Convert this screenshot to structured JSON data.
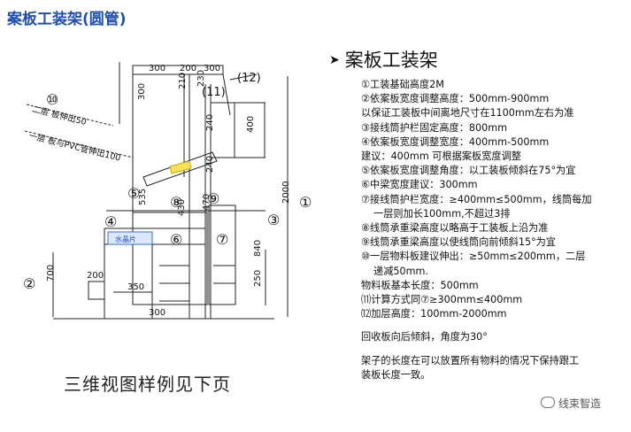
{
  "page": {
    "title": "案板工装架(圆管)"
  },
  "drawing": {
    "dims": {
      "top_300a": "300",
      "top_200": "200",
      "top_300b": "300",
      "left_300": "300",
      "v_230": "230",
      "v_210": "210",
      "v_240a": "240",
      "v_240b": "240",
      "v_400": "400",
      "v_2000": "2000",
      "v_700": "700",
      "v_840": "840",
      "v_535": "535",
      "v_430": "430",
      "v_470": "470",
      "v_250": "250",
      "h_200": "200",
      "h_350": "350",
      "h_300": "300"
    },
    "callouts": [
      "①",
      "②",
      "③",
      "④",
      "⑤",
      "⑥",
      "⑦",
      "⑧",
      "⑨",
      "⑩",
      "(11)",
      "(12)"
    ],
    "layer_labels": [
      "二层 板伸出50",
      "一层 板与PVC管伸出100"
    ],
    "shelf_label": "水晶片",
    "caption": "三维视图样例见下页"
  },
  "notes": {
    "title": "案板工装架",
    "lines": [
      "①工装基础高度2M",
      "②依案板宽度调整高度：500mm-900mm",
      "以保证工装板中间离地尺寸在1100mm左右为准",
      "③接线筒护栏固定高度：800mm",
      "④依案板宽度调整宽度：400mm-500mm",
      "建议：400mm 可根据案板宽度调整",
      "⑤依案板宽度调整角度：以工装板倾斜在75°为宜",
      "⑥中梁宽度建议：300mm",
      "⑦接线筒护栏宽度：≥400mm≤500mm，线筒每加",
      "一层则加长100mm,不超过3排",
      "⑧线筒承重梁高度以略高于工装板上沿为准",
      "⑨线筒承重梁高度以使线筒向前倾斜15°为宜",
      "⑩一层物料板建议伸出：≥50mm≤200mm，二层",
      "递减50mm.",
      "物料板基本长度：500mm",
      "⑾计算方式同⑦≥300mm≤400mm",
      "⑿加层高度：100mm-2000mm",
      "",
      "回收板向后倾斜，角度为30°",
      "",
      "架子的长度在可以放置所有物料的情况下保持跟工",
      "装板长度一致。"
    ],
    "watermark": "线束智造"
  }
}
